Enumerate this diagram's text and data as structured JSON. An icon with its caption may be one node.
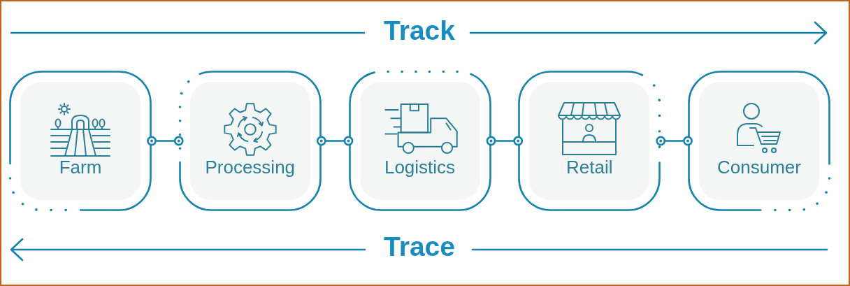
{
  "diagram": {
    "nodes": [
      {
        "text": [
          "Farm"
        ]
      },
      {
        "text": [
          "Processing"
        ]
      },
      {
        "text": [
          "Logistics"
        ]
      },
      {
        "text": [
          "Retail"
        ]
      },
      {
        "text": [
          "Consumer"
        ]
      }
    ],
    "edges": [
      {
        "from": 0,
        "to": 1,
        "arrow": "other"
      },
      {
        "from": 1,
        "to": 2,
        "arrow": "other"
      },
      {
        "from": 2,
        "to": 3,
        "arrow": "other"
      },
      {
        "from": 3,
        "to": 4,
        "arrow": "other"
      }
    ],
    "labels": [
      "Track",
      "Trace"
    ]
  }
}
